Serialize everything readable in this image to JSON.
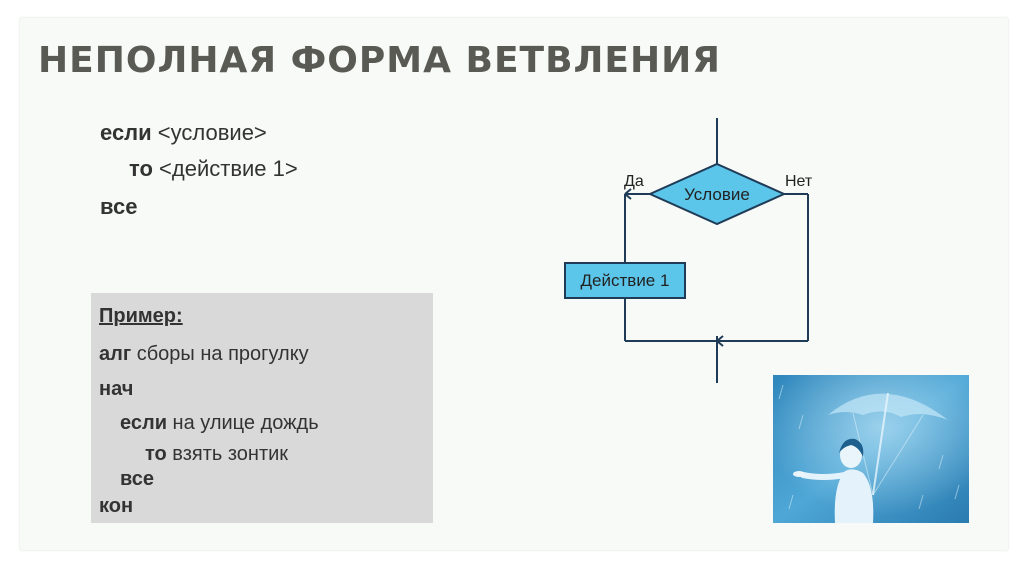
{
  "title": "НЕПОЛНАЯ ФОРМА ВЕТВЛЕНИЯ",
  "syntax": {
    "line1_kw": "если",
    "line1_rest": " <условие>",
    "line2_kw": "то",
    "line2_rest": " <действие 1>",
    "line3_kw": "все"
  },
  "flowchart": {
    "condition": "Условие",
    "yes": "Да",
    "no": "Нет",
    "action": "Действие 1"
  },
  "example": {
    "heading": "Пример:",
    "line1_kw": "алг",
    "line1_rest": " сборы на прогулку",
    "line2_kw": "нач",
    "line3_kw": "если",
    "line3_rest": " на улице дождь",
    "line4_kw": "то",
    "line4_rest": " взять зонтик",
    "line5_kw": "все",
    "line6_kw": "кон"
  },
  "colors": {
    "shape_fill": "#5bc6ea",
    "shape_stroke": "#1f3b57",
    "photo_tint": "#3a95c9"
  },
  "icons": {
    "photo": "girl-with-umbrella-photo"
  }
}
